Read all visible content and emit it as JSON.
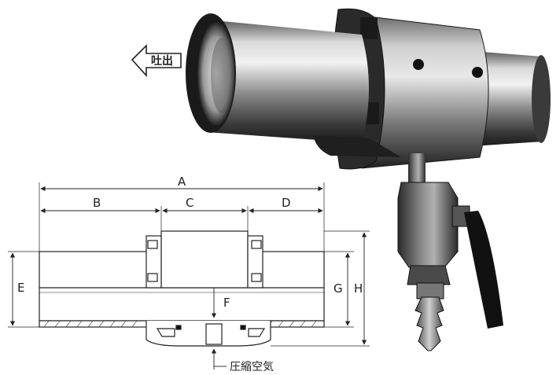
{
  "labels": {
    "flow_direction": "吐出",
    "compressed_air": "圧縮空気",
    "dim_a": "A",
    "dim_b": "B",
    "dim_c": "C",
    "dim_d": "D",
    "dim_e": "E",
    "dim_f": "F",
    "dim_g": "G",
    "dim_h": "H"
  },
  "icons": {
    "flow_arrow": "left-arrow-icon",
    "air_leader": "elbow-arrow-icon"
  },
  "colors": {
    "line": "#222222",
    "metal_dark": "#2a2a2a",
    "metal_mid": "#7a7a7a",
    "metal_light": "#d8d8d8",
    "paper": "#ffffff"
  }
}
